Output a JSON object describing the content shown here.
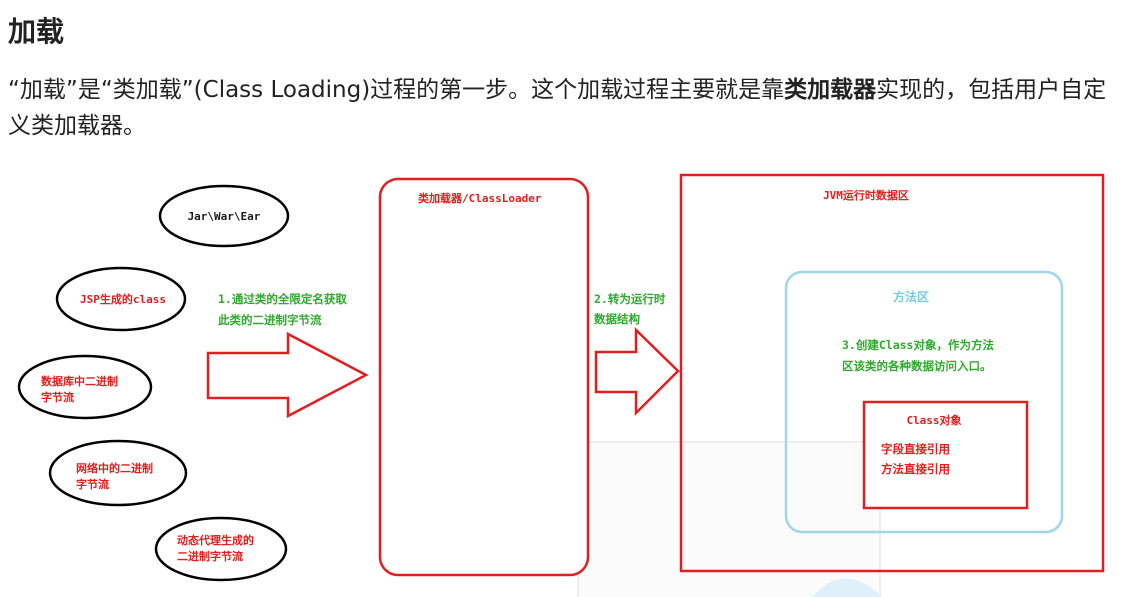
{
  "section": {
    "heading": "加载",
    "para_part1": "“加载”是“类加载”(Class Loading)过程的第一步。这个加载过程主要就是靠",
    "para_bold": "类加载器",
    "para_part2": "实现的，包括用户自定义类加载器。"
  },
  "diagram": {
    "sources": {
      "jar": "Jar\\War\\Ear",
      "jsp": "JSP生成的class",
      "db_line1": "数据库中二进制",
      "db_line2": "字节流",
      "net_line1": "网络中的二进制",
      "net_line2": "字节流",
      "proxy_line1": "动态代理生成的",
      "proxy_line2": "二进制字节流"
    },
    "step1_line1": "1.通过类的全限定名获取",
    "step1_line2": "此类的二进制字节流",
    "classloader_title": "类加载器/ClassLoader",
    "step2_line1": "2.转为运行时",
    "step2_line2": "数据结构",
    "jvm_title": "JVM运行时数据区",
    "method_area_title": "方法区",
    "step3_line1": "3.创建Class对象，作为方法",
    "step3_line2": "区该类的各种数据访问入口。",
    "class_object_title": "Class对象",
    "field_ref": "字段直接引用",
    "method_ref": "方法直接引用"
  }
}
